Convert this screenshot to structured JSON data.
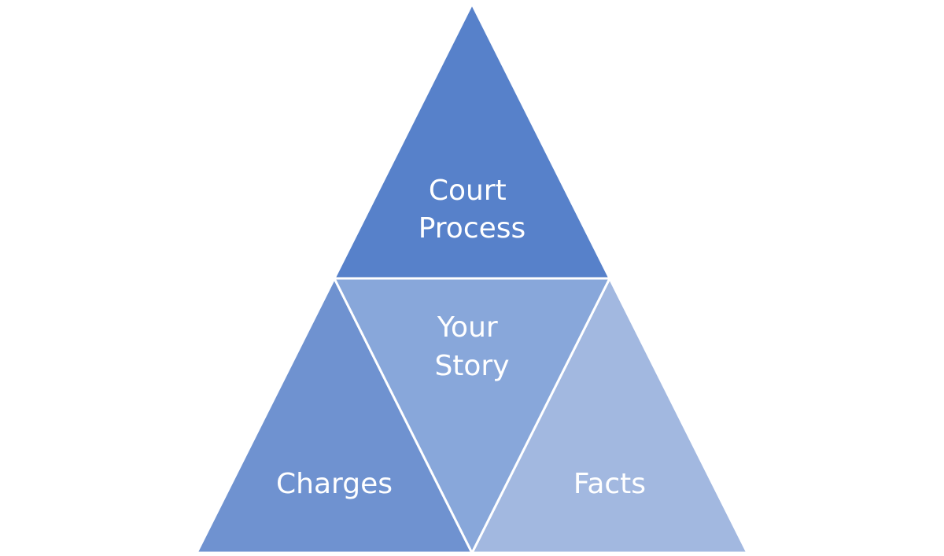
{
  "diagram": {
    "segments": [
      {
        "id": "top",
        "lines": [
          "Court",
          "Process"
        ],
        "color": "#5781CA"
      },
      {
        "id": "left",
        "lines": [
          "Charges"
        ],
        "color": "#6F92D0"
      },
      {
        "id": "center",
        "lines": [
          "Your",
          "Story"
        ],
        "color": "#88A7DA"
      },
      {
        "id": "right",
        "lines": [
          "Facts"
        ],
        "color": "#A2B8E0"
      }
    ]
  }
}
